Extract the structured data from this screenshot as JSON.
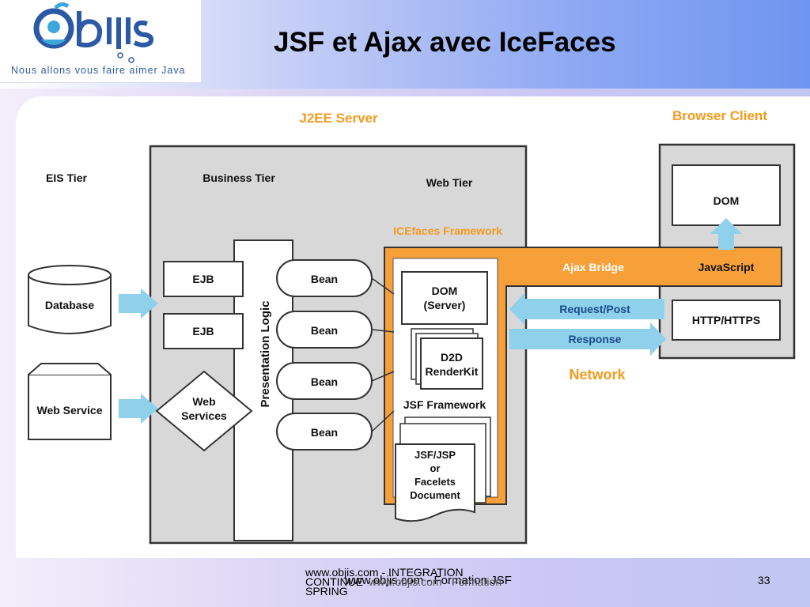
{
  "title": "JSF et Ajax avec IceFaces",
  "logo": {
    "brand": "Objis",
    "slogan": "Nous allons vous faire aimer Java"
  },
  "diagram": {
    "j2ee_server": "J2EE Server",
    "browser_client": "Browser Client",
    "eis_tier": "EIS Tier",
    "business_tier": "Business Tier",
    "web_tier": "Web Tier",
    "icefaces_framework": "ICEfaces Framework",
    "database": "Database",
    "web_service": "Web Service",
    "ejb_1": "EJB",
    "ejb_2": "EJB",
    "web_services": [
      "Web",
      "Services"
    ],
    "presentation_logic": "Presentation Logic",
    "beans": [
      "Bean",
      "Bean",
      "Bean",
      "Bean"
    ],
    "dom_server": [
      "DOM",
      "(Server)"
    ],
    "d2d_renderkit": [
      "D2D",
      "RenderKit"
    ],
    "jsf_framework": "JSF Framework",
    "jsf_doc": [
      "JSF/JSP",
      "or",
      "Facelets",
      "Document"
    ],
    "ajax_bridge": "Ajax Bridge",
    "javascript": "JavaScript",
    "dom": "DOM",
    "request_post": "Request/Post",
    "response": "Response",
    "http_https": "HTTP/HTTPS",
    "network": "Network"
  },
  "footer": {
    "line1a": "www.objis.com - INTEGRATION",
    "line1b": "CONTINUE",
    "overlay": "www.objis.com - Formation JSF",
    "line1c": "www.objis.com - Formation",
    "line2": "SPRING",
    "page": "33"
  },
  "colors": {
    "orange": "#f7a03a",
    "blue_arrow": "#8fd0ea",
    "gray_box": "#d8d8d8",
    "heading_orange": "#f59a1d"
  }
}
